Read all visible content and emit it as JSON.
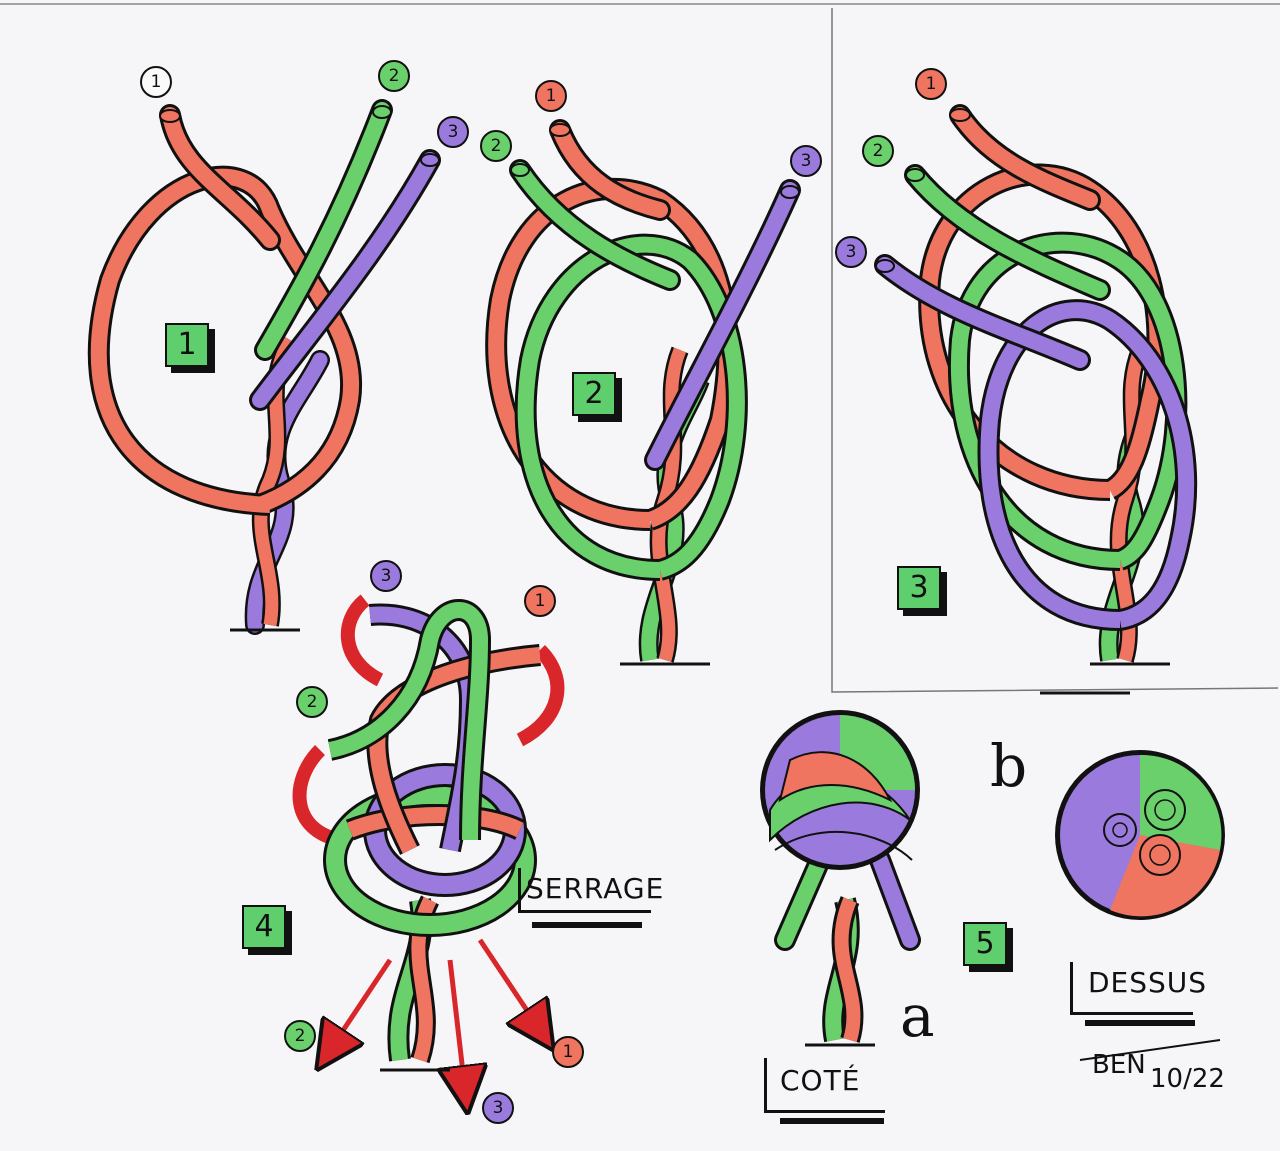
{
  "steps": {
    "s1": "1",
    "s2": "2",
    "s3": "3",
    "s4": "4",
    "s5": "5"
  },
  "strand_numbers": {
    "p1": [
      "1",
      "2",
      "3"
    ],
    "p2": [
      "1",
      "2",
      "3"
    ],
    "p3": [
      "1",
      "2",
      "3"
    ],
    "p4": [
      "3",
      "1",
      "2"
    ],
    "p4_pull": [
      "2",
      "3",
      "1"
    ]
  },
  "labels": {
    "serrage": "SERRAGE",
    "cote": "COTÉ",
    "dessus": "DESSUS",
    "letter_a": "a",
    "letter_b": "b",
    "signature_name": "BEN",
    "signature_date": "10/22"
  },
  "colors": {
    "strand1": "#ef7560",
    "strand2": "#6ad06b",
    "strand3": "#9a7bdd",
    "pull_arrow": "#d9262a",
    "step_box": "#5fcf6d"
  }
}
